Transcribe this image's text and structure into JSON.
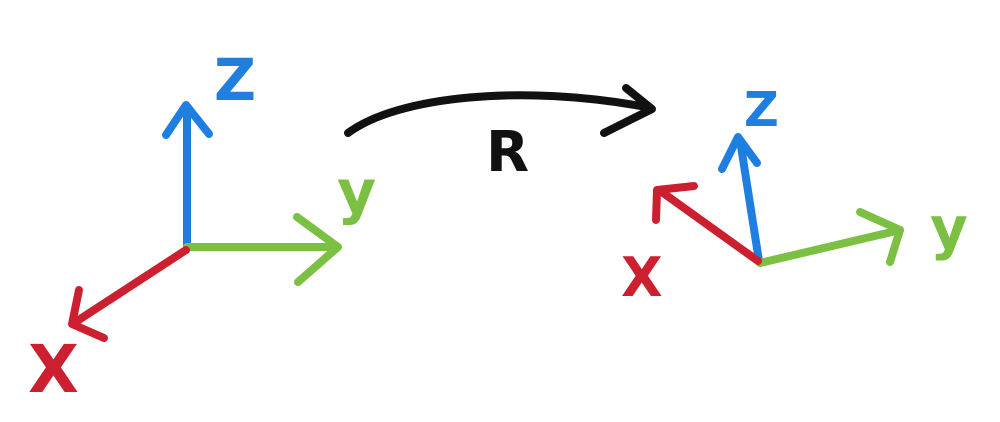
{
  "colors": {
    "x_axis": "#cc1f2f",
    "y_axis": "#7bc043",
    "z_axis": "#1f7fe0",
    "rotation": "#111111",
    "background": "#ffffff"
  },
  "left_frame": {
    "x_label": "X",
    "y_label": "y",
    "z_label": "Z"
  },
  "rotation": {
    "label": "R"
  },
  "right_frame": {
    "x_label": "X",
    "y_label": "y",
    "z_label": "Z"
  }
}
